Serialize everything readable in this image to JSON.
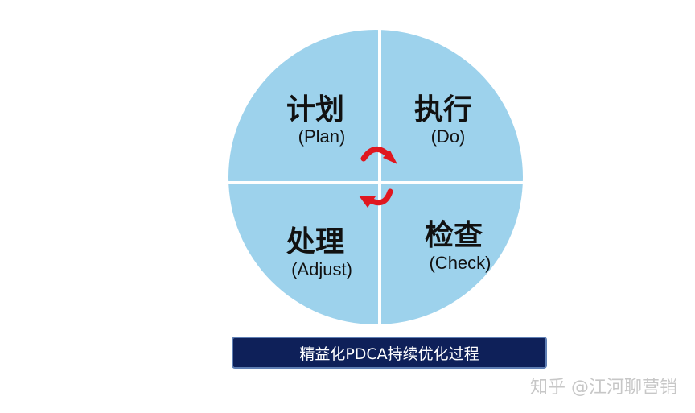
{
  "quadrants": {
    "plan": {
      "title": "计划",
      "subtitle": "(Plan)"
    },
    "do": {
      "title": "执行",
      "subtitle": "(Do)"
    },
    "adjust": {
      "title": "处理",
      "subtitle": "(Adjust)"
    },
    "check": {
      "title": "检查",
      "subtitle": "(Check)"
    }
  },
  "caption": "精益化PDCA持续优化过程",
  "watermark": "知乎 @江河聊营销",
  "colors": {
    "circle_fill": "#9dd2ec",
    "divider": "#ffffff",
    "arrow": "#e0171f",
    "caption_bg": "#0e2059",
    "caption_border": "#5f7fb4"
  },
  "icons": {
    "cycle_arrows": "curved-red-arrows-clockwise"
  }
}
